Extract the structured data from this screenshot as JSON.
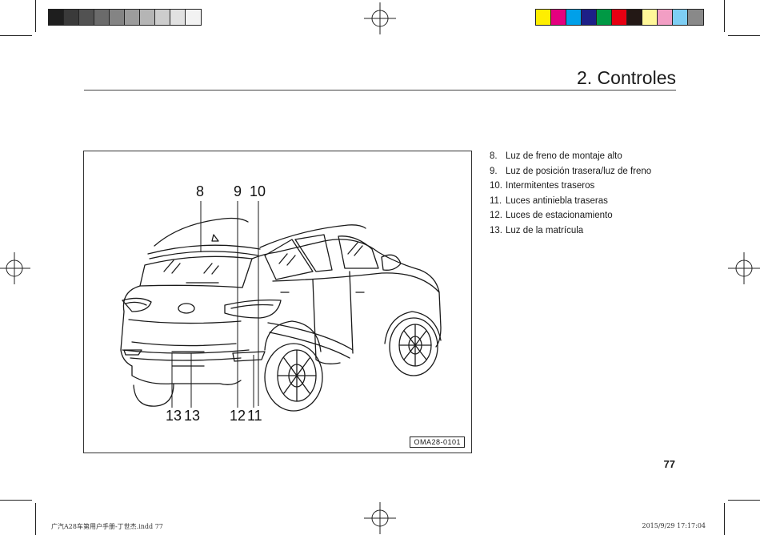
{
  "header": {
    "section_title": "2. Controles"
  },
  "color_bars": {
    "grayscale": [
      "#1e1e1e",
      "#3a3a3a",
      "#525252",
      "#6b6b6b",
      "#848484",
      "#9c9c9c",
      "#b5b5b5",
      "#cdcdcd",
      "#e1e1e1",
      "#f2f2f2"
    ],
    "process": [
      "#ffee00",
      "#e4007f",
      "#00a0e9",
      "#1d2088",
      "#009944",
      "#e60012",
      "#231815",
      "#fff799",
      "#f29ec4",
      "#7ecef4",
      "#898989"
    ]
  },
  "figure": {
    "code": "OMA28-0101",
    "callouts": {
      "c8": "8",
      "c9": "9",
      "c10": "10",
      "c13a": "13",
      "c13b": "13",
      "c12": "12",
      "c11": "11"
    }
  },
  "legend": [
    {
      "num": "8.",
      "text": "Luz de freno de montaje alto"
    },
    {
      "num": "9.",
      "text": "Luz de posición trasera/luz de freno"
    },
    {
      "num": "10.",
      "text": "Intermitentes traseros"
    },
    {
      "num": "11.",
      "text": "Luces  antiniebla traseras"
    },
    {
      "num": "12.",
      "text": "Luces de estacionamiento"
    },
    {
      "num": "13.",
      "text": "Luz de la matrícula"
    }
  ],
  "page_number": "77",
  "footer": {
    "file": "广汽A28车第用户手册-丁世杰.indd   77",
    "timestamp": "2015/9/29   17:17:04"
  }
}
